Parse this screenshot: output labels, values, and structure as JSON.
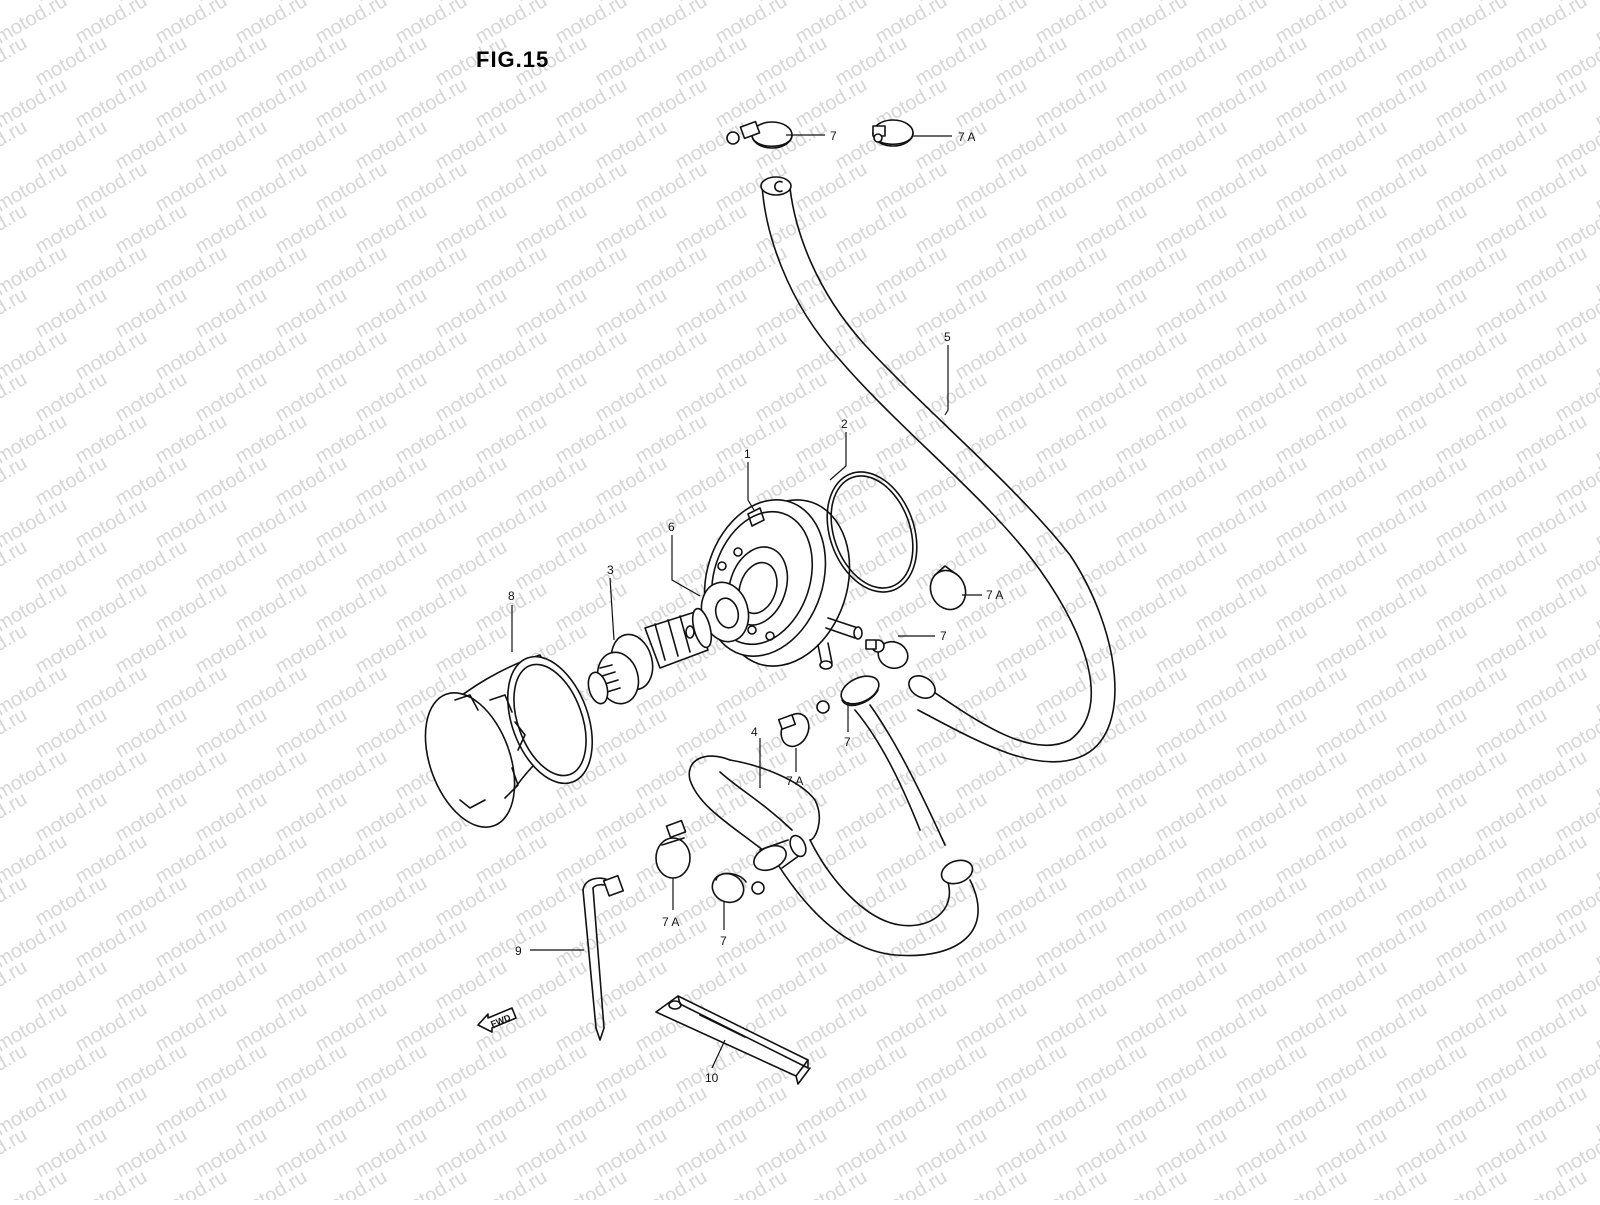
{
  "figure": {
    "title": "FIG.15"
  },
  "watermark": {
    "text": "motod.ru",
    "color": "#d6d6d6"
  },
  "parts": [
    {
      "id": "p1",
      "label": "1"
    },
    {
      "id": "p2",
      "label": "2"
    },
    {
      "id": "p3",
      "label": "3"
    },
    {
      "id": "p4",
      "label": "4"
    },
    {
      "id": "p5",
      "label": "5"
    },
    {
      "id": "p6",
      "label": "6"
    },
    {
      "id": "p7a",
      "label": "7"
    },
    {
      "id": "p7Aa",
      "label": "7 A"
    },
    {
      "id": "p7Ab",
      "label": "7 A"
    },
    {
      "id": "p7b",
      "label": "7"
    },
    {
      "id": "p7c",
      "label": "7"
    },
    {
      "id": "p7Ac",
      "label": "7 A"
    },
    {
      "id": "p7Ad",
      "label": "7 A"
    },
    {
      "id": "p7d",
      "label": "7"
    },
    {
      "id": "p8",
      "label": "8"
    },
    {
      "id": "p9",
      "label": "9"
    },
    {
      "id": "p10",
      "label": "10"
    }
  ],
  "direction_marker": {
    "text": "FWD"
  }
}
